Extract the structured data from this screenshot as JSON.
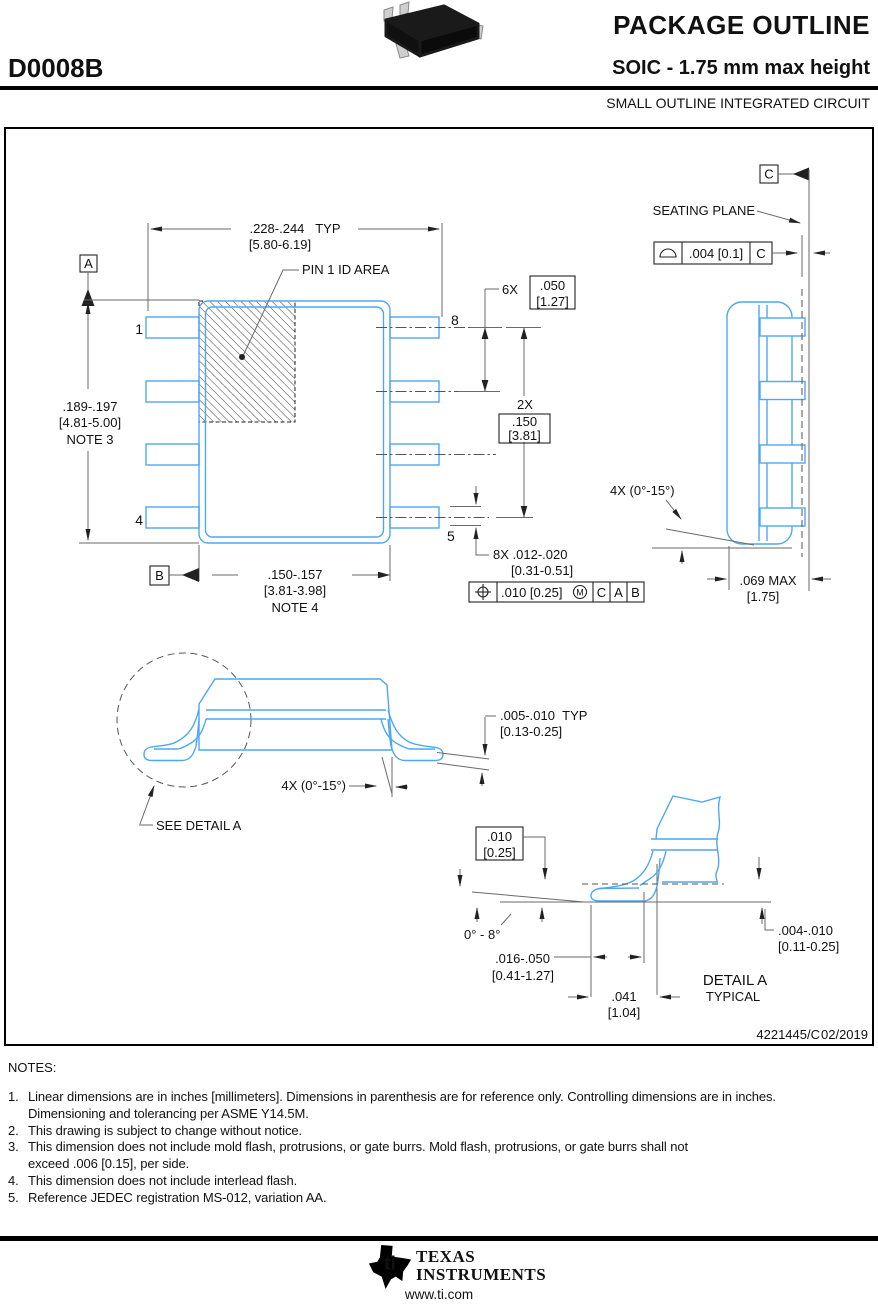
{
  "colors": {
    "accent_blue": "#4FA7F2",
    "dim_line": "#6a6a6a",
    "text": "#111111"
  },
  "header": {
    "part_number": "D0008B",
    "title": "PACKAGE OUTLINE",
    "subtitle": "SOIC - 1.75 mm max height",
    "category": "SMALL OUTLINE INTEGRATED CIRCUIT"
  },
  "top_view": {
    "dim_width": {
      "in": ".228-.244   TYP",
      "mm": "[5.80-6.19]"
    },
    "pin1_id_label": "PIN 1 ID AREA",
    "datum_a": "A",
    "datum_b": "B",
    "pins": {
      "p1": "1",
      "p4": "4",
      "p5": "5",
      "p8": "8"
    },
    "dim_length": {
      "in": ".189-.197",
      "mm": "[4.81-5.00]",
      "note": "NOTE 3"
    },
    "dim_pitch": {
      "qty": "6X",
      "in": ".050",
      "mm": "[1.27]"
    },
    "dim_span": {
      "qty": "2X",
      "in": ".150",
      "mm": "[3.81]"
    },
    "dim_body": {
      "in": ".150-.157",
      "mm": "[3.81-3.98]",
      "note": "NOTE 4"
    },
    "dim_lead_width": {
      "line1": "8X .012-.020",
      "line2": "[0.31-0.51]"
    },
    "fcf_position": {
      "tol": ".010 [0.25]",
      "modifier": "M",
      "datum1": "C",
      "datum2": "A",
      "datum3": "B"
    }
  },
  "side_view": {
    "datum_c": "C",
    "seating_plane_label": "SEATING PLANE",
    "fcf_profile": {
      "tol": ".004 [0.1]",
      "datum": "C"
    },
    "lead_angle": "4X (0°-15°)",
    "dim_height": {
      "in": ".069 MAX",
      "mm": "[1.75]"
    }
  },
  "front_view": {
    "lead_angle": "4X (0°-15°)",
    "see_detail_label": "SEE DETAIL A",
    "dim_lead_thickness": {
      "in": ".005-.010  TYP",
      "mm": "[0.13-0.25]"
    }
  },
  "detail_a": {
    "title": "DETAIL A",
    "subtitle": "TYPICAL",
    "dim_gauge": {
      "in": ".010",
      "mm": "[0.25]"
    },
    "angle": "0° - 8°",
    "dim_foot_length": {
      "in": ".016-.050",
      "mm": "[0.41-1.27]"
    },
    "dim_foot": {
      "in": ".041",
      "mm": "[1.04]"
    },
    "dim_standoff": {
      "in": ".004-.010",
      "mm": "[0.11-0.25]"
    }
  },
  "title_block": {
    "drawing_number": "4221445/C",
    "revision_date": "02/2019"
  },
  "notes": {
    "title": "NOTES:",
    "items": [
      {
        "num": "1.",
        "text": "Linear dimensions are in inches [millimeters]. Dimensions in parenthesis are for reference only. Controlling dimensions are in inches.\nDimensioning and tolerancing per ASME Y14.5M."
      },
      {
        "num": "2.",
        "text": "This drawing is subject to change without notice."
      },
      {
        "num": "3.",
        "text": "This dimension does not include mold flash, protrusions, or gate burrs. Mold flash, protrusions, or gate burrs shall not\nexceed .006 [0.15], per side."
      },
      {
        "num": "4.",
        "text": "This dimension does not include interlead flash."
      },
      {
        "num": "5.",
        "text": "Reference JEDEC registration MS-012, variation AA."
      }
    ]
  },
  "footer": {
    "brand_line1": "TEXAS",
    "brand_line2": "INSTRUMENTS",
    "url": "www.ti.com"
  }
}
